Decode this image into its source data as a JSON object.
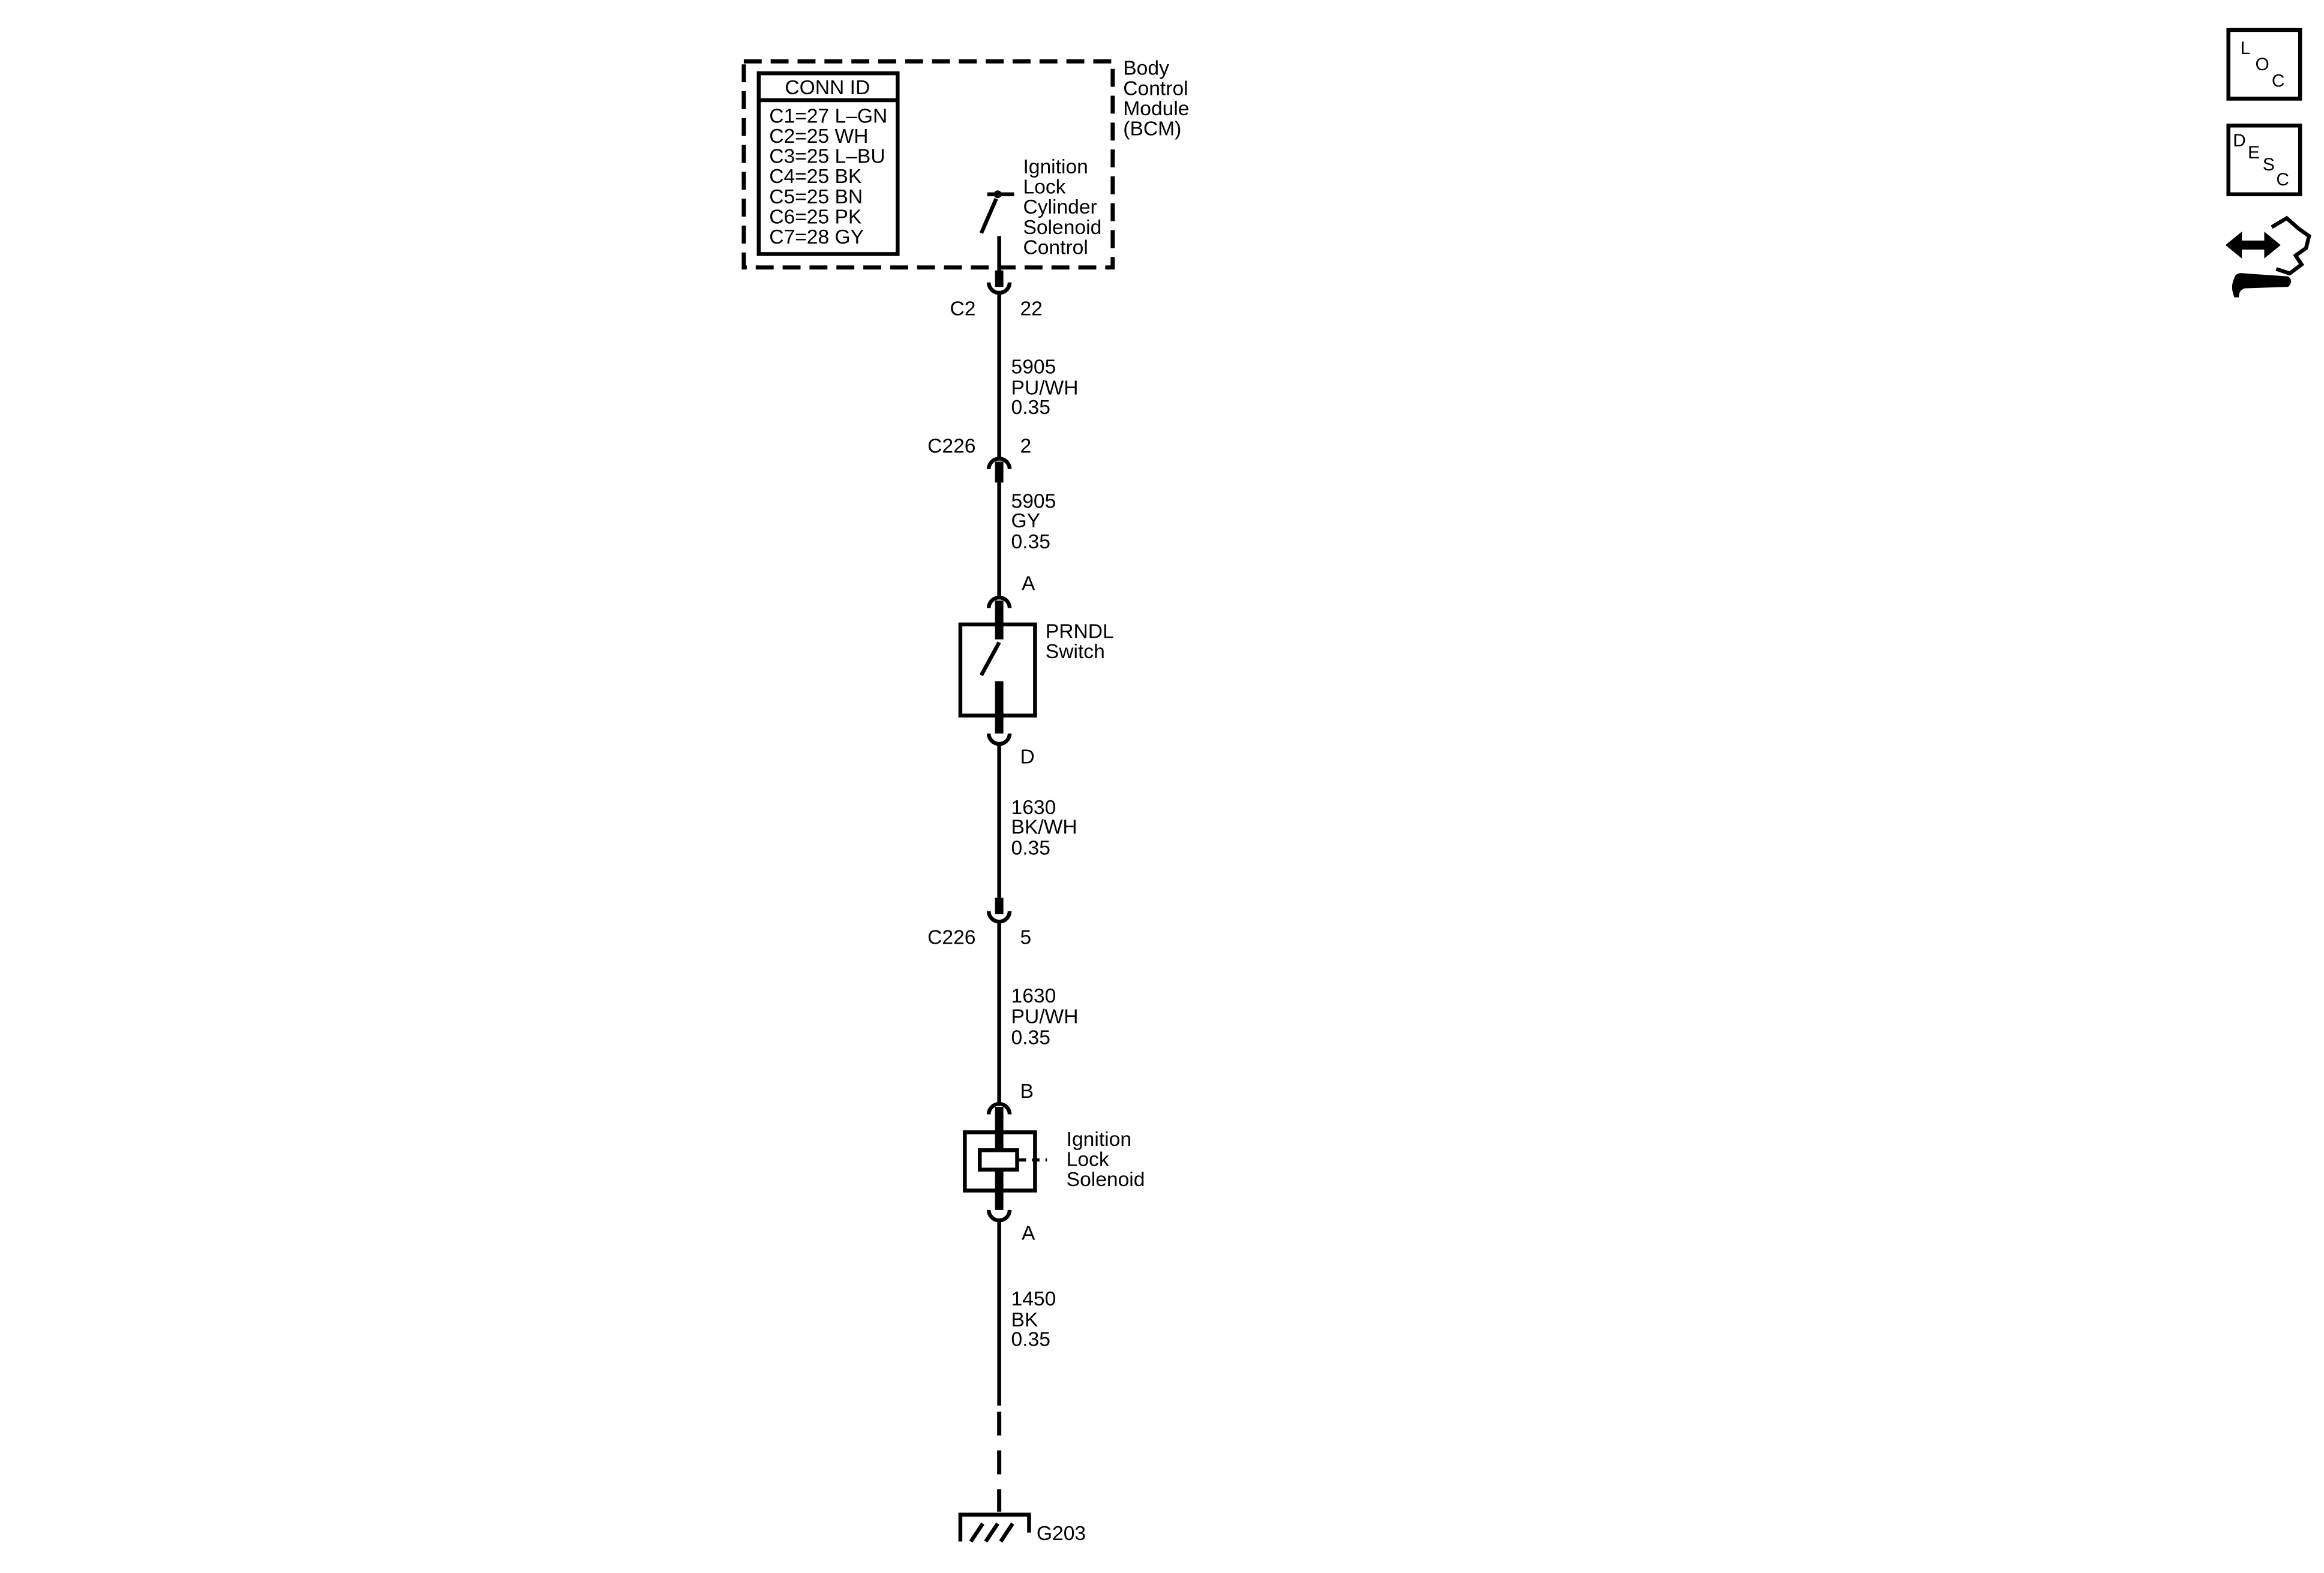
{
  "colors": {
    "ink": "#000000",
    "background": "#ffffff"
  },
  "bcm": {
    "label": [
      "Body",
      "Control",
      "Module",
      "(BCM)"
    ],
    "conn_id": {
      "header": "CONN ID",
      "entries": [
        "C1=27 L–GN",
        "C2=25 WH",
        "C3=25 L–BU",
        "C4=25 BK",
        "C5=25 BN",
        "C6=25 PK",
        "C7=28 GY"
      ]
    },
    "pin_function": [
      "Ignition",
      "Lock",
      "Cylinder",
      "Solenoid",
      "Control"
    ]
  },
  "connectors": {
    "bcm_c2": {
      "id": "C2",
      "pin": "22"
    },
    "c226_upper": {
      "id": "C226",
      "pin": "2"
    },
    "prndl_top": {
      "pin": "A"
    },
    "prndl_bottom": {
      "pin": "D"
    },
    "c226_lower": {
      "id": "C226",
      "pin": "5"
    },
    "solenoid_top": {
      "pin": "B"
    },
    "solenoid_bottom": {
      "pin": "A"
    }
  },
  "wires": [
    {
      "circuit": "5905",
      "color": "PU/WH",
      "size": "0.35"
    },
    {
      "circuit": "5905",
      "color": "GY",
      "size": "0.35"
    },
    {
      "circuit": "1630",
      "color": "BK/WH",
      "size": "0.35"
    },
    {
      "circuit": "1630",
      "color": "PU/WH",
      "size": "0.35"
    },
    {
      "circuit": "1450",
      "color": "BK",
      "size": "0.35"
    }
  ],
  "components": {
    "prndl_switch": [
      "PRNDL",
      "Switch"
    ],
    "ignition_lock_solenoid": [
      "Ignition",
      "Lock",
      "Solenoid"
    ]
  },
  "ground": {
    "id": "G203"
  },
  "toolbar": {
    "loc_button": {
      "letters": [
        "L",
        "O",
        "C"
      ],
      "icon": "location-icon"
    },
    "desc_button": {
      "letters": [
        "D",
        "E",
        "S",
        "C"
      ],
      "icon": "description-icon"
    },
    "connector_button": {
      "icon": "connector-end-view-icon"
    }
  }
}
